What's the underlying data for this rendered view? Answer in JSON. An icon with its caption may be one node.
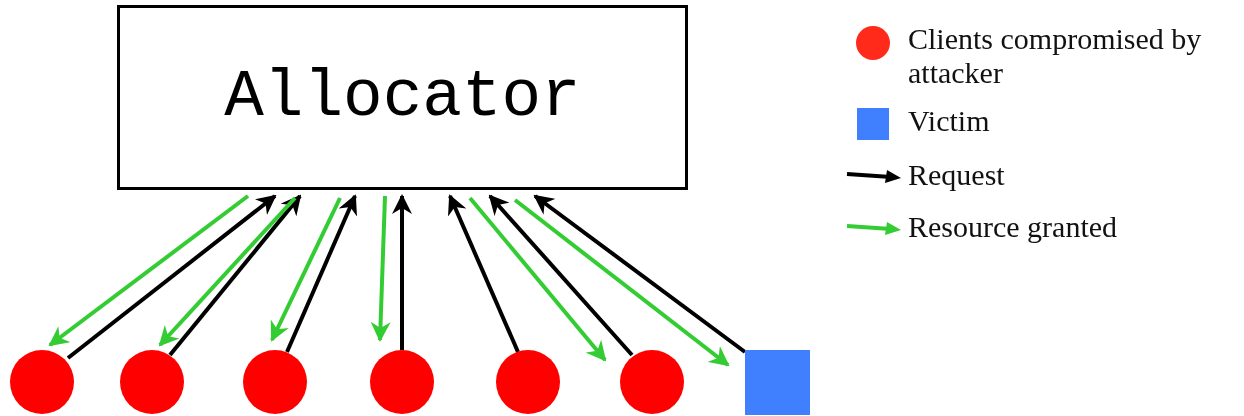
{
  "diagram": {
    "nodes": [
      {
        "text": [
          "Allocator"
        ]
      },
      {
        "text": [],
        "shape": "circle"
      },
      {
        "text": [],
        "shape": "circle"
      },
      {
        "text": [],
        "shape": "circle"
      },
      {
        "text": [],
        "shape": "circle"
      },
      {
        "text": [],
        "shape": "circle"
      },
      {
        "text": [],
        "shape": "circle"
      },
      {
        "text": [],
        "shape": "box"
      }
    ],
    "edges": [
      {
        "from": 1,
        "to": 0,
        "arrow": "to"
      },
      {
        "from": 0,
        "to": 1,
        "arrow": "to",
        "color": "#33cc33"
      },
      {
        "from": 2,
        "to": 0,
        "arrow": "to"
      },
      {
        "from": 0,
        "to": 2,
        "arrow": "to",
        "color": "#33cc33"
      },
      {
        "from": 3,
        "to": 0,
        "arrow": "to"
      },
      {
        "from": 0,
        "to": 3,
        "arrow": "to",
        "color": "#33cc33"
      },
      {
        "from": 4,
        "to": 0,
        "arrow": "to"
      },
      {
        "from": 0,
        "to": 4,
        "arrow": "to",
        "color": "#33cc33"
      },
      {
        "from": 5,
        "to": 0,
        "arrow": "to"
      },
      {
        "from": 6,
        "to": 0,
        "arrow": "to"
      },
      {
        "from": 0,
        "to": 6,
        "arrow": "to",
        "color": "#33cc33"
      },
      {
        "from": 7,
        "to": 0,
        "arrow": "to"
      },
      {
        "from": 0,
        "to": 7,
        "arrow": "to",
        "color": "#33cc33"
      }
    ],
    "legend": [
      {
        "text": "Clients compromised by attacker",
        "color": "#ff2a1a"
      },
      {
        "text": "Victim",
        "color": "#4080ff"
      },
      {
        "text": "Request",
        "color": "#000000"
      },
      {
        "text": "Resource granted",
        "color": "#33cc33"
      }
    ]
  }
}
